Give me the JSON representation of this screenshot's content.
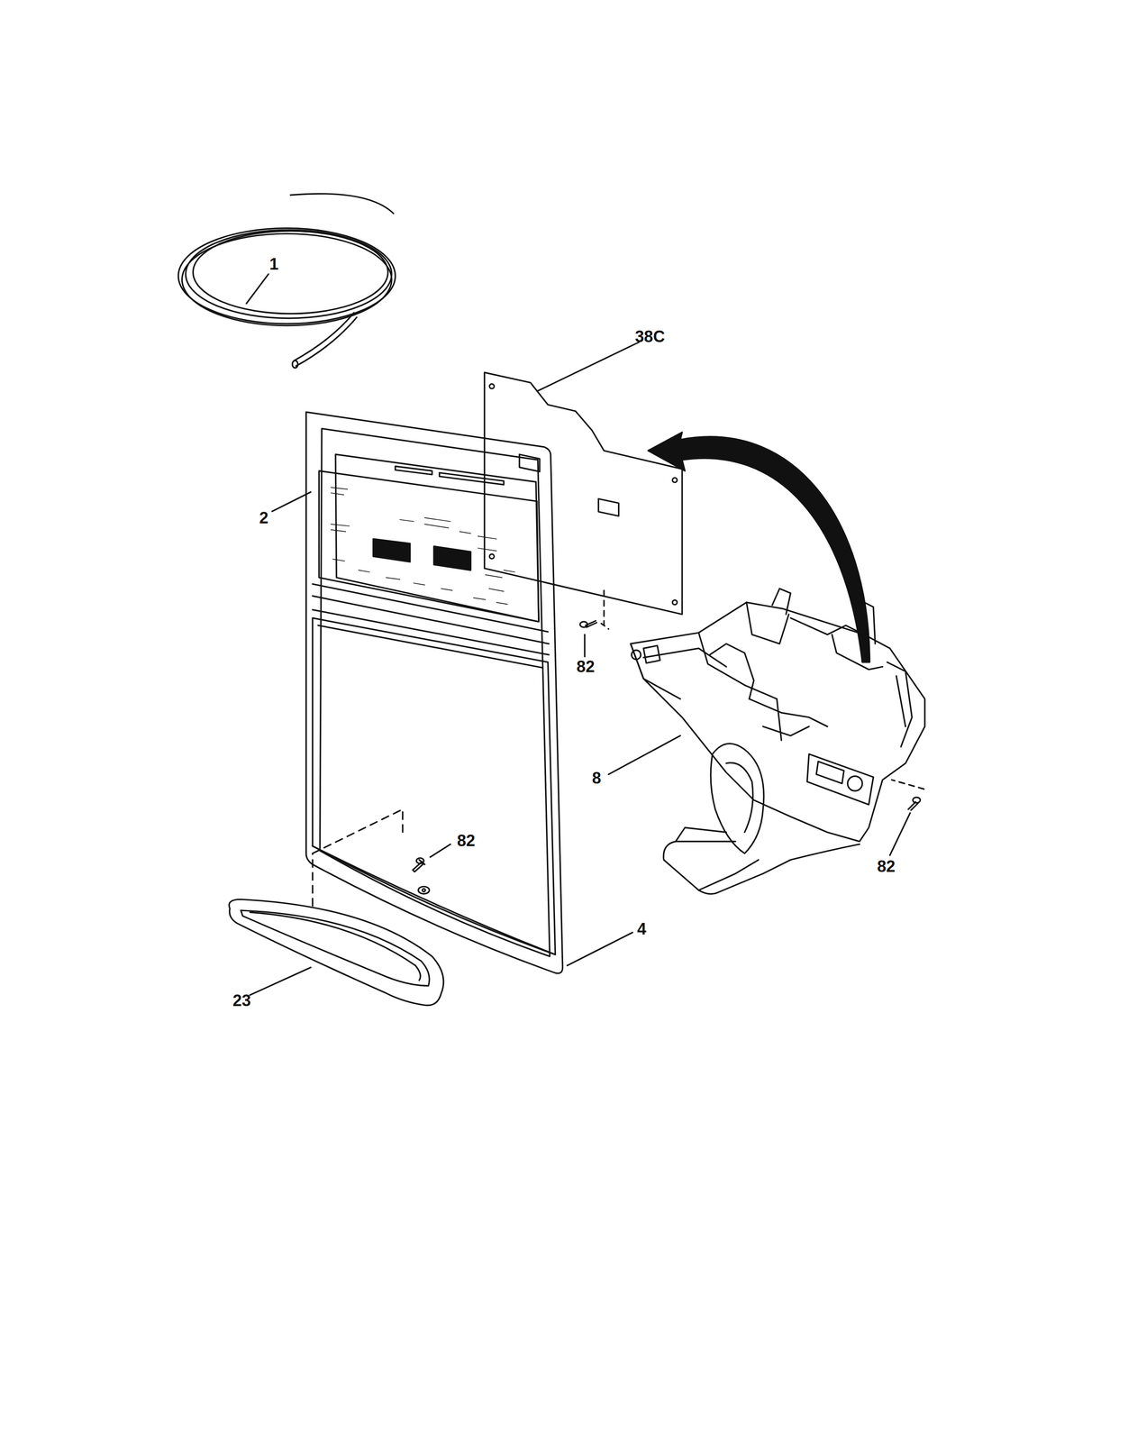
{
  "diagram": {
    "labels": [
      "1",
      "38C",
      "2",
      "82",
      "8",
      "82",
      "82",
      "4",
      "23"
    ]
  }
}
